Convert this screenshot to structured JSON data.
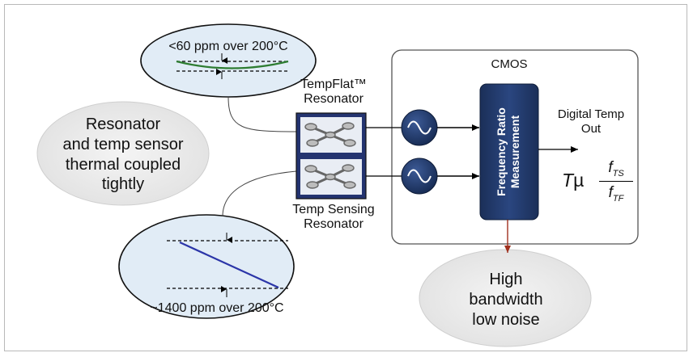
{
  "top_oval": {
    "label": "<60 ppm over 200°C"
  },
  "bottom_oval": {
    "label": "~1400 ppm over 200°C"
  },
  "left_bubble": {
    "lines": [
      "Resonator",
      "and temp sensor",
      "thermal coupled",
      "tightly"
    ]
  },
  "bottom_bubble": {
    "lines": [
      "High",
      "bandwidth",
      "low noise"
    ]
  },
  "resonator_top_label": {
    "lines": [
      "TempFlat™",
      "Resonator"
    ]
  },
  "resonator_bottom_label": {
    "lines": [
      "Temp Sensing",
      "Resonator"
    ]
  },
  "cmos": {
    "label": "CMOS"
  },
  "block": {
    "lines": [
      "Frequency Ratio",
      "Measurement"
    ]
  },
  "output": {
    "lines": [
      "Digital Temp",
      "Out"
    ]
  },
  "formula": {
    "lhs": "T",
    "prop": "µ",
    "num_base": "f",
    "num_sub": "TS",
    "den_base": "f",
    "den_sub": "TF"
  },
  "colors": {
    "bubble_fill": "#ebebeb",
    "oval_fill": "#e1ecf6",
    "block_fill": "#1f3864",
    "osc_fill": "#1f3864",
    "green_curve": "#2e7d32",
    "blue_line": "#2b35a8",
    "red_arrow": "#a0301e",
    "resonator_fill": "#243470"
  },
  "icons": [
    "sine-wave-icon",
    "resonator-mems-icon"
  ]
}
